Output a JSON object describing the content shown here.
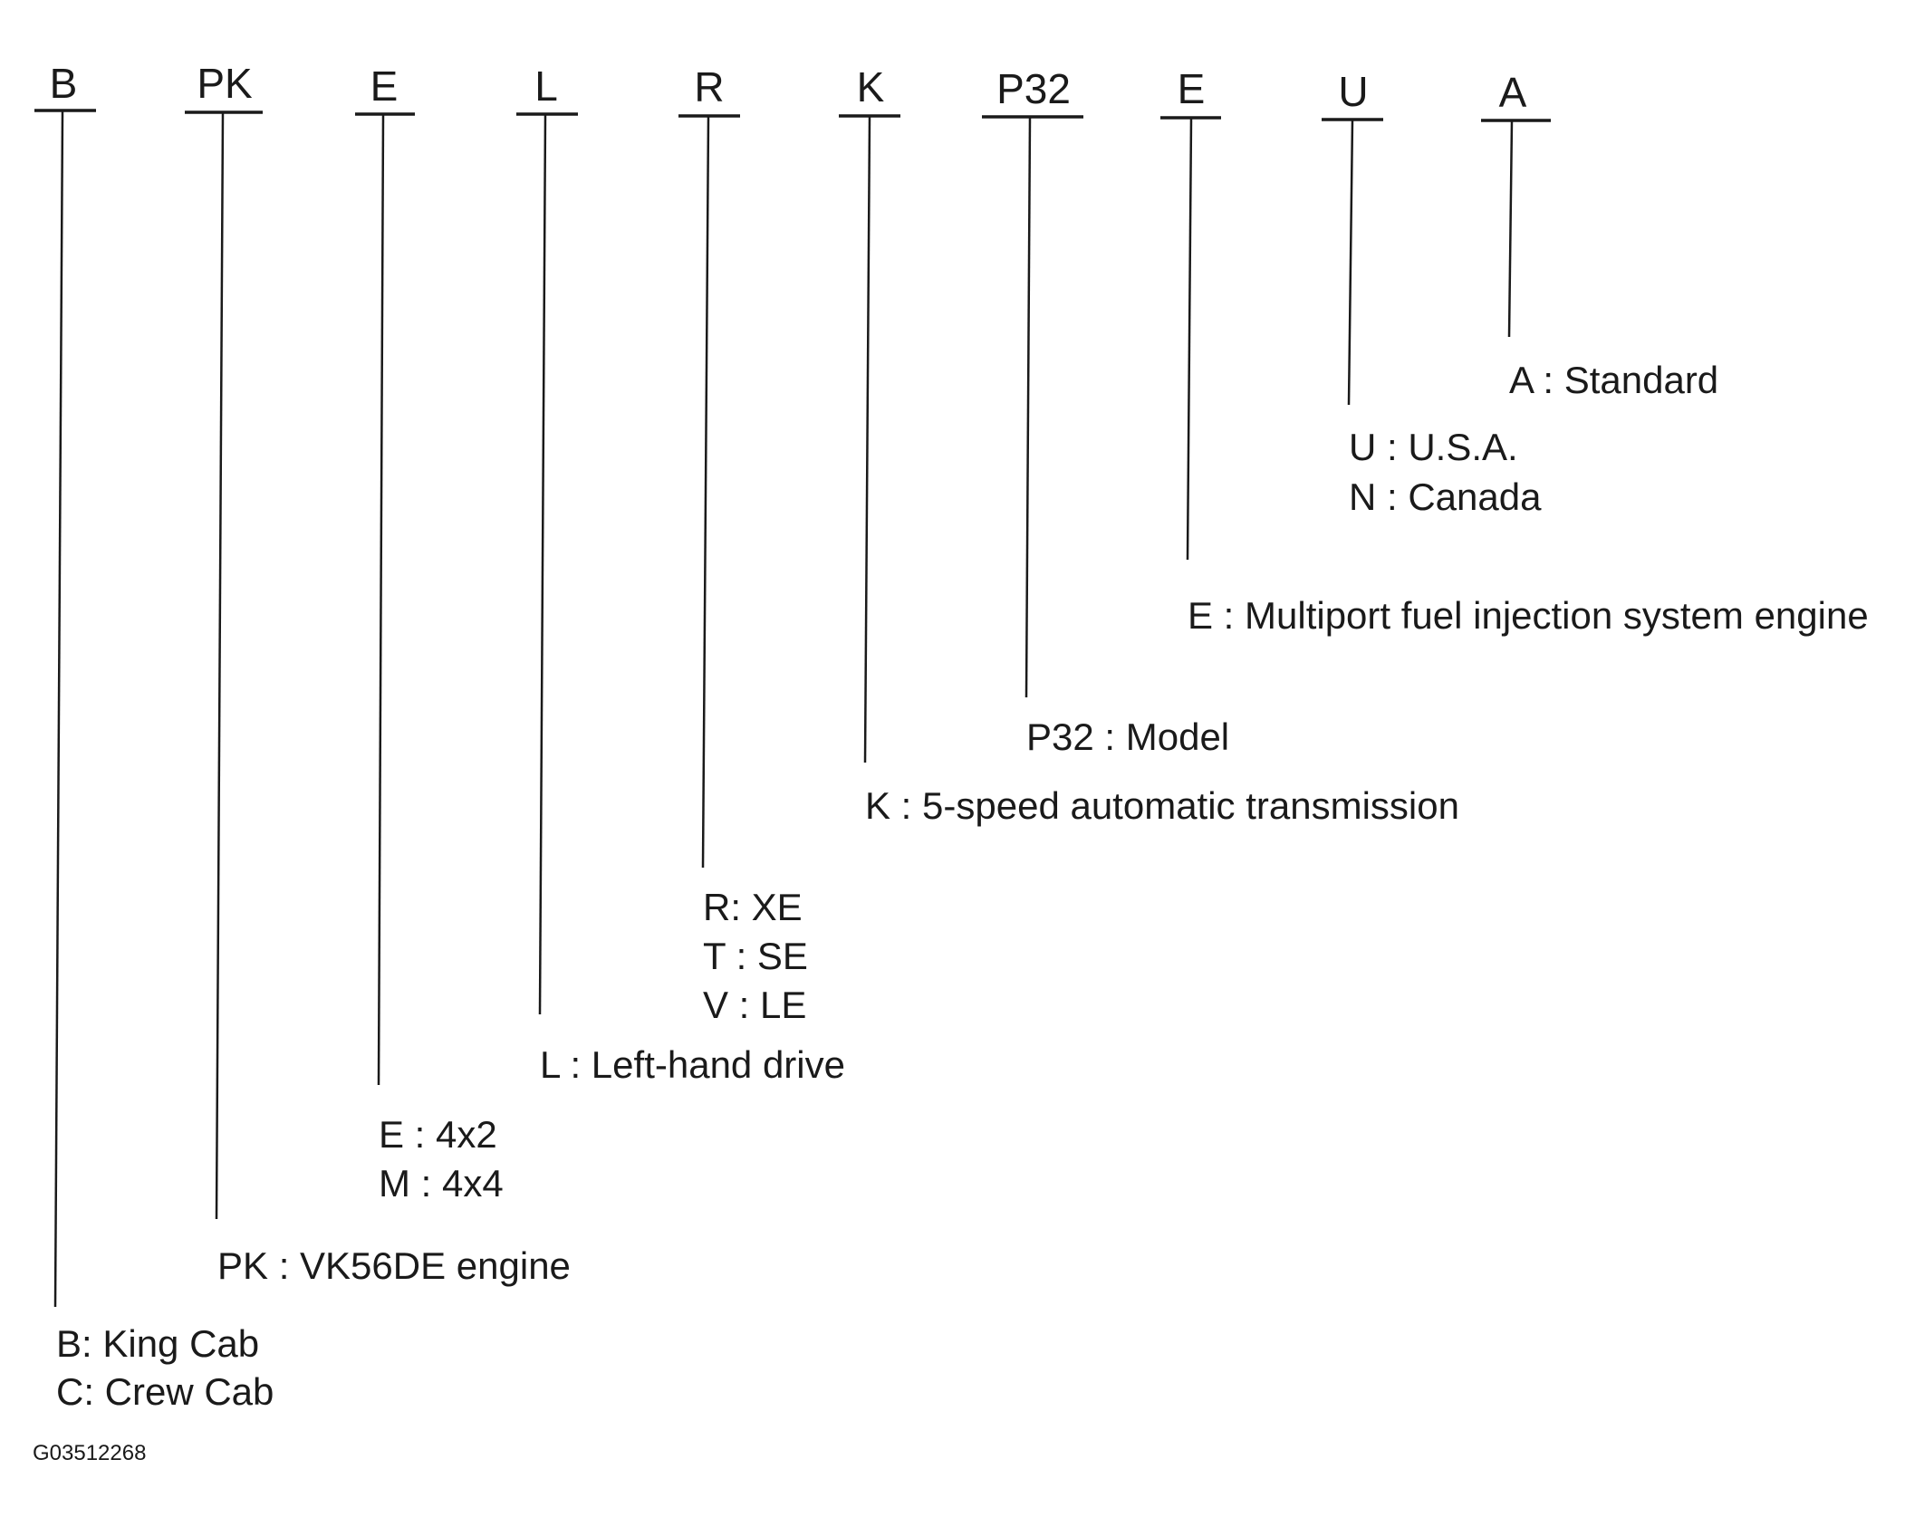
{
  "figure_id": "G03512268",
  "codes": [
    {
      "key": "b",
      "code": "B",
      "descriptions": [
        "B: King Cab",
        "C: Crew Cab"
      ]
    },
    {
      "key": "pk",
      "code": "PK",
      "descriptions": [
        "PK : VK56DE engine"
      ]
    },
    {
      "key": "e-drive",
      "code": "E",
      "descriptions": [
        "E : 4x2",
        "M : 4x4"
      ]
    },
    {
      "key": "l",
      "code": "L",
      "descriptions": [
        "L : Left-hand drive"
      ]
    },
    {
      "key": "r",
      "code": "R",
      "descriptions": [
        "R: XE",
        "T : SE",
        "V : LE"
      ]
    },
    {
      "key": "k",
      "code": "K",
      "descriptions": [
        "K : 5-speed automatic transmission"
      ]
    },
    {
      "key": "p32",
      "code": "P32",
      "descriptions": [
        "P32 : Model"
      ]
    },
    {
      "key": "e-engine",
      "code": "E",
      "descriptions": [
        "E : Multiport fuel injection system engine"
      ]
    },
    {
      "key": "u",
      "code": "U",
      "descriptions": [
        "U : U.S.A.",
        "N : Canada"
      ]
    },
    {
      "key": "a",
      "code": "A",
      "descriptions": [
        "A : Standard"
      ]
    }
  ]
}
